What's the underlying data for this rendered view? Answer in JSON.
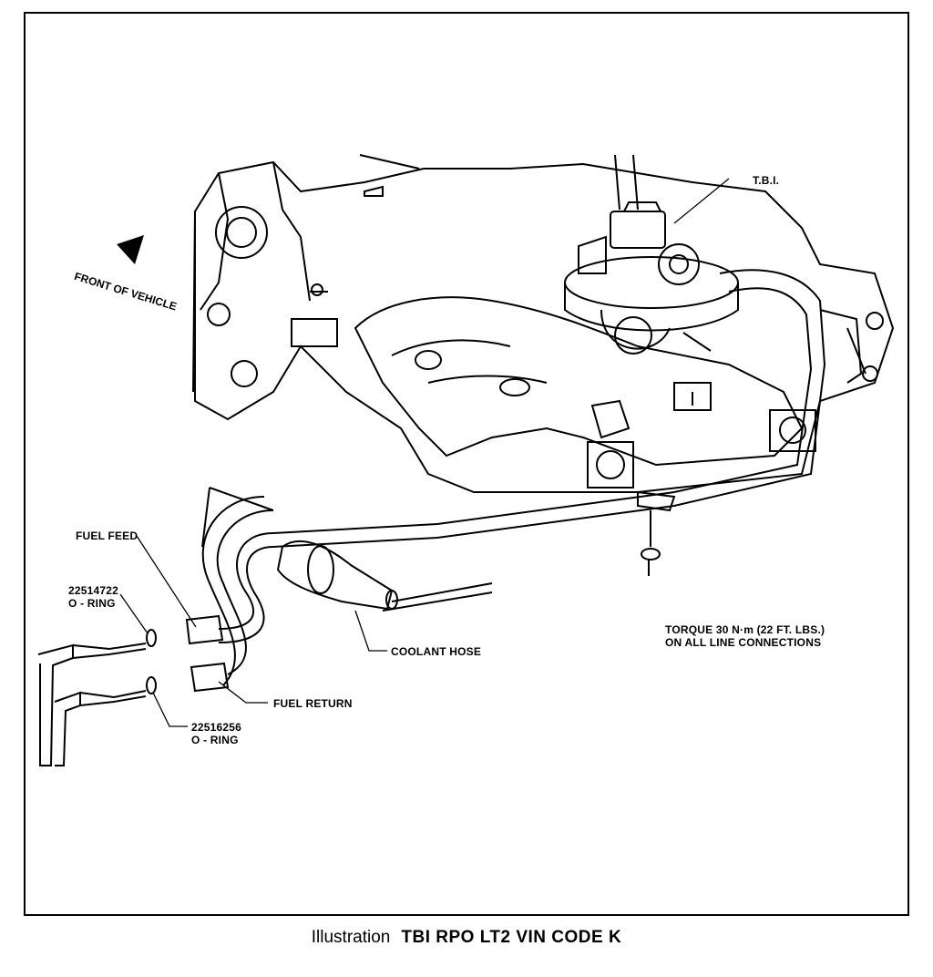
{
  "diagram": {
    "labels": {
      "tbi": "T.B.I.",
      "front_of_vehicle": "FRONT OF VEHICLE",
      "fuel_feed": "FUEL FEED",
      "oring_feed_part": "22514722",
      "oring_feed_name": "O - RING",
      "coolant_hose": "COOLANT HOSE",
      "torque_line1": "TORQUE 30 N·m (22 FT. LBS.)",
      "torque_line2": "ON ALL LINE CONNECTIONS",
      "fuel_return": "FUEL RETURN",
      "oring_return_part": "22516256",
      "oring_return_name": "O - RING"
    }
  },
  "caption": {
    "prefix": "Illustration",
    "title": "TBI RPO LT2 VIN CODE K"
  },
  "colors": {
    "ink": "#000000",
    "paper": "#ffffff"
  }
}
